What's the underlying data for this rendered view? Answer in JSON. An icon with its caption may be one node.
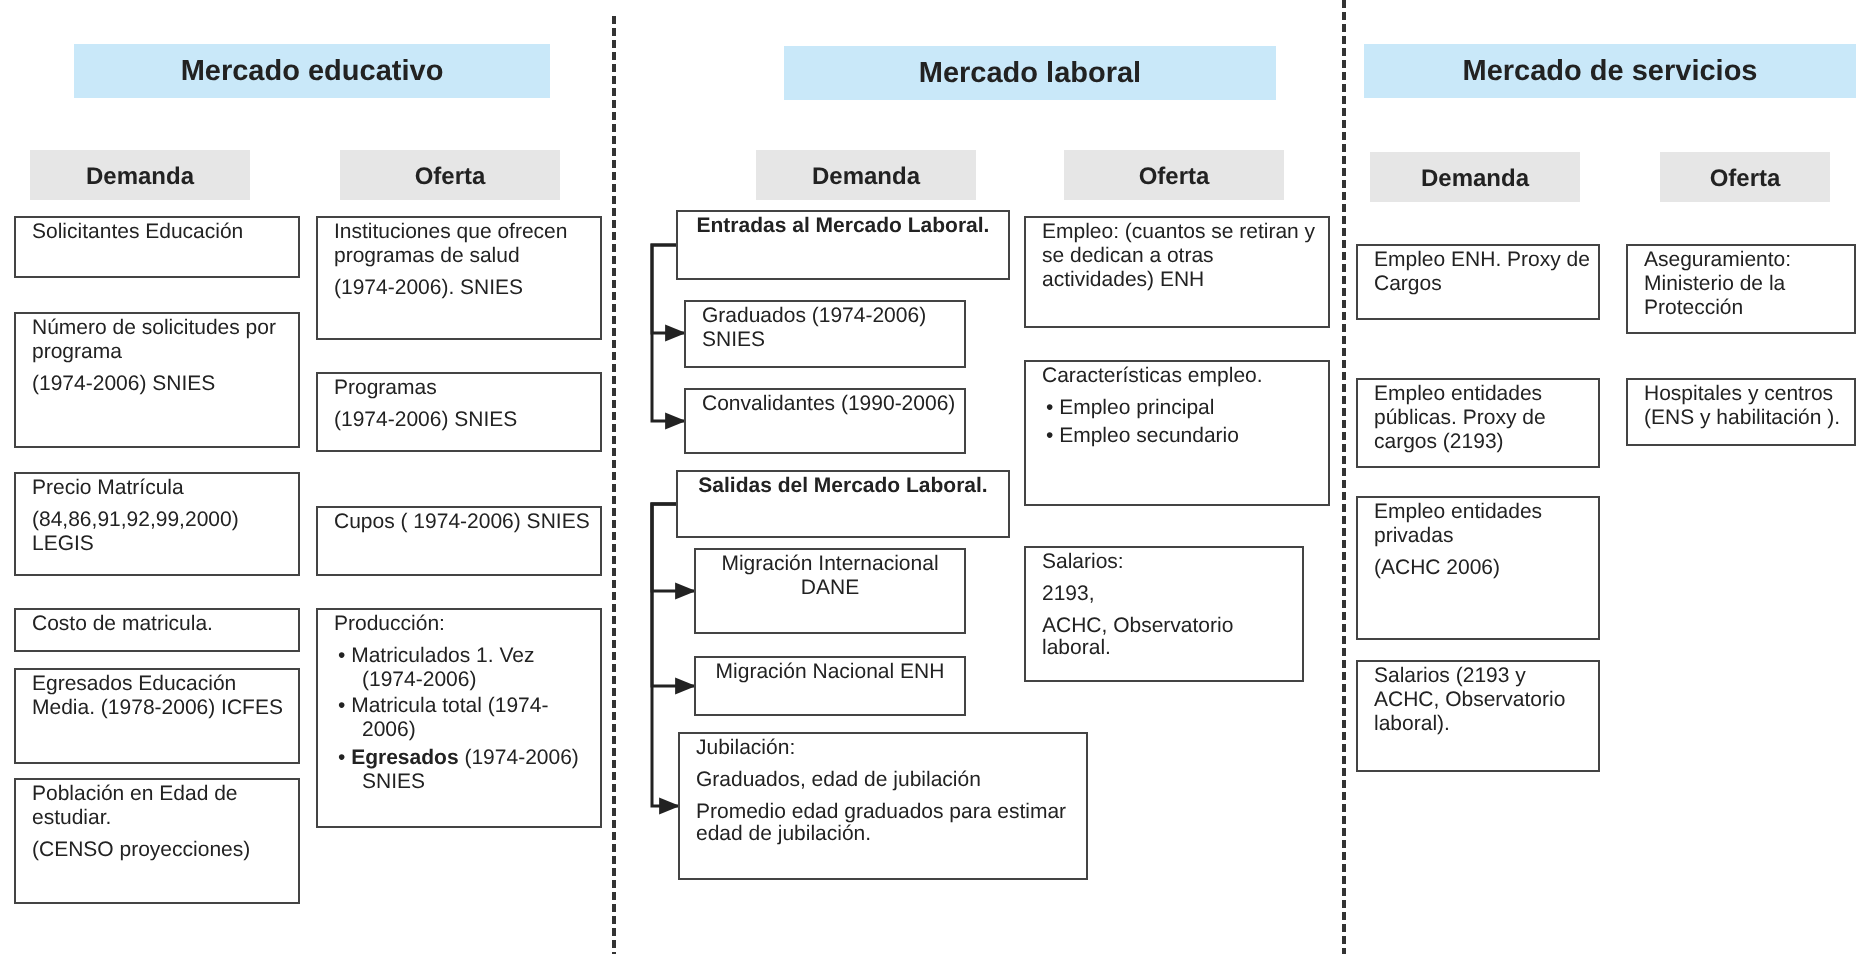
{
  "diagram": {
    "nodes": [
      {
        "text": [
          "Mercado educativo"
        ]
      },
      {
        "text": [
          "Mercado laboral"
        ]
      },
      {
        "text": [
          "Mercado de servicios"
        ]
      },
      {
        "text": [
          "Demanda"
        ]
      },
      {
        "text": [
          "Oferta"
        ]
      },
      {
        "text": [
          "Demanda"
        ]
      },
      {
        "text": [
          "Oferta"
        ]
      },
      {
        "text": [
          "Demanda"
        ]
      },
      {
        "text": [
          "Oferta"
        ]
      },
      {
        "text": [
          "Solicitantes Educación"
        ]
      },
      {
        "text": [
          "Número de solicitudes por programa",
          "(1974-2006) SNIES"
        ]
      },
      {
        "text": [
          "Precio Matrícula",
          "(84,86,91,92,99,2000) LEGIS"
        ]
      },
      {
        "text": [
          "Costo de matricula."
        ]
      },
      {
        "text": [
          "Egresados Educación Media. (1978-2006) ICFES"
        ]
      },
      {
        "text": [
          "Población en Edad de estudiar.",
          "(CENSO proyecciones)"
        ]
      },
      {
        "text": [
          "Instituciones que ofrecen programas de salud",
          "(1974-2006). SNIES"
        ]
      },
      {
        "text": [
          "Programas",
          "(1974-2006) SNIES"
        ]
      },
      {
        "text": [
          "Cupos ( 1974-2006) SNIES"
        ]
      },
      {
        "text": [
          "Producción:",
          "• Matriculados 1. Vez (1974-2006)",
          "• Matricula total (1974-2006)",
          "• **Egresados** (1974-2006) SNIES"
        ]
      },
      {
        "text": [
          "Entradas al Mercado Laboral."
        ]
      },
      {
        "text": [
          "Graduados (1974-2006) SNIES"
        ]
      },
      {
        "text": [
          "Convalidantes (1990-2006)"
        ]
      },
      {
        "text": [
          "Salidas del Mercado Laboral."
        ]
      },
      {
        "text": [
          "Migración Internacional DANE"
        ]
      },
      {
        "text": [
          "Migración Nacional ENH"
        ]
      },
      {
        "text": [
          "Jubilación:",
          "Graduados, edad de jubilación",
          "Promedio edad graduados para estimar edad de jubilación."
        ]
      },
      {
        "text": [
          "Empleo: (cuantos se retiran y se dedican a otras actividades) ENH"
        ]
      },
      {
        "text": [
          "Características empleo.",
          "• Empleo principal",
          "• Empleo secundario"
        ]
      },
      {
        "text": [
          "Salarios:",
          "2193,",
          "ACHC, Observatorio laboral."
        ]
      },
      {
        "text": [
          "Empleo ENH. Proxy de Cargos"
        ]
      },
      {
        "text": [
          "Empleo entidades públicas. Proxy de cargos (2193)"
        ]
      },
      {
        "text": [
          "Empleo entidades privadas",
          "(ACHC 2006)"
        ]
      },
      {
        "text": [
          "Salarios (2193 y ACHC, Observatorio laboral)."
        ]
      },
      {
        "text": [
          "Aseguramiento: Ministerio de la Protección"
        ]
      },
      {
        "text": [
          "Hospitales y centros (ENS y habilitación )."
        ]
      }
    ],
    "edges": [
      {
        "from": 19,
        "to": 20,
        "arrow": "to"
      },
      {
        "from": 19,
        "to": 21,
        "arrow": "to"
      },
      {
        "from": 22,
        "to": 23,
        "arrow": "to"
      },
      {
        "from": 22,
        "to": 24,
        "arrow": "to"
      },
      {
        "from": 22,
        "to": 25,
        "arrow": "to"
      }
    ]
  }
}
